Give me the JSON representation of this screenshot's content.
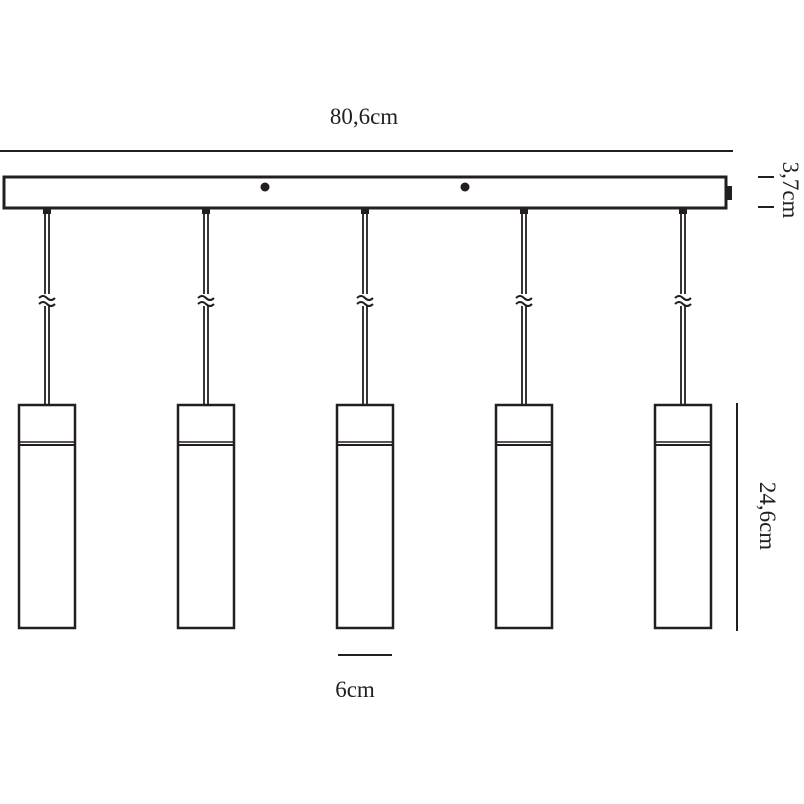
{
  "dimensions": {
    "width": "80,6cm",
    "canopy_height": "3,7cm",
    "pendant_height": "24,6cm",
    "pendant_width": "6cm"
  },
  "pendant_count": 5,
  "line_color": "#231f20",
  "background": "#ffffff"
}
